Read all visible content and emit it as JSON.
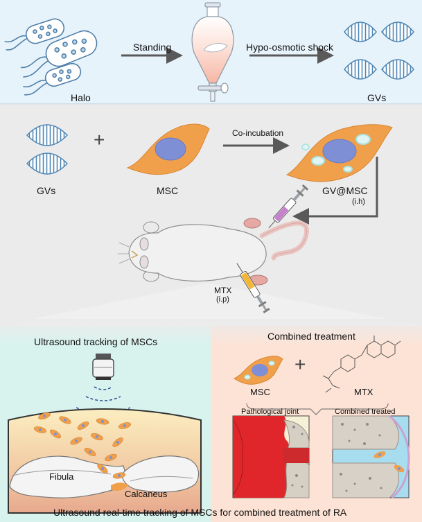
{
  "top": {
    "halo_label": "Halo",
    "step1_label": "Standing",
    "step2_label": "Hypo-osmotic shock",
    "gvs_label": "GVs"
  },
  "middle": {
    "gvs_label": "GVs",
    "plus": "+",
    "msc_label": "MSC",
    "coincubation_label": "Co-incubation",
    "product_label": "GV@MSC",
    "product_route": "(i.h)",
    "mtx_label": "MTX",
    "mtx_route": "(i.p)"
  },
  "left_panel": {
    "title": "Ultrasound tracking of MSCs",
    "bone1": "Fibula",
    "bone2": "Calcaneus"
  },
  "right_panel": {
    "title": "Combined treatment",
    "msc_label": "MSC",
    "plus": "+",
    "mtx_label": "MTX",
    "joint_left": "Pathological joint",
    "joint_right": "Combined treated"
  },
  "caption": "Ultrasound real-time tracking of MSCs for combined treatment of RA",
  "colors": {
    "top_bg": "#e7f3fb",
    "mid_bg": "#ebebeb",
    "left_bg": "#d8f3ee",
    "right_bg": "#fde3d5",
    "msc_orange": "#f0a04b",
    "nucleus": "#7f8fd6",
    "gv_blue": "#5b8db8",
    "arrow_gray": "#595959",
    "inflamed_red": "#e0262b"
  }
}
